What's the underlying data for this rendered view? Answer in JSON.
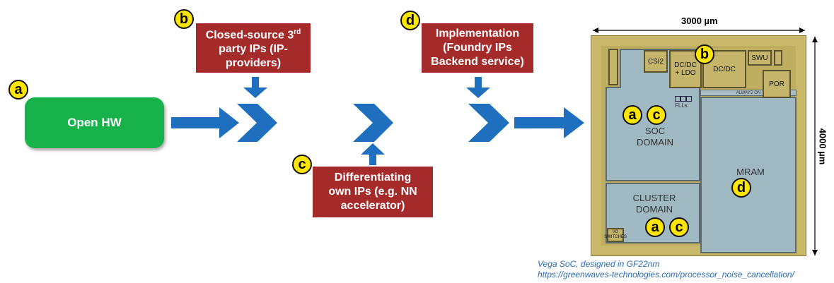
{
  "badges": {
    "a": "a",
    "b": "b",
    "c": "c",
    "d": "d"
  },
  "open_hw": {
    "label": "Open HW"
  },
  "closed_source": {
    "lines": [
      "Closed-source 3rd",
      "party IPs (IP-",
      "providers)"
    ],
    "line1_main": "Closed-source 3",
    "line1_sup": "rd"
  },
  "differentiating": {
    "lines": [
      "Differentiating",
      "own IPs (e.g. NN",
      "accelerator)"
    ]
  },
  "implementation": {
    "lines": [
      "Implementation",
      "(Foundry IPs",
      "Backend service)"
    ]
  },
  "chip": {
    "width_label": "3000 µm",
    "height_label": "4000 µm",
    "blocks": {
      "csi2": "CSI2",
      "dcdc_ldo": "DC/DC\n+ LDO",
      "dcdc": "DC/DC",
      "swu": "SWU",
      "por": "POR",
      "always_on": "ALWAYS ON",
      "flls": "FLLs",
      "soc_domain": "SOC\nDOMAIN",
      "mram": "MRAM",
      "cluster_domain": "CLUSTER\nDOMAIN",
      "io_switches": "I/O\nSWITCHES"
    }
  },
  "caption": {
    "line1": "Vega SoC, designed in GF22nm",
    "line2": "https://greenwaves-technologies.com/processor_noise_cancellation/"
  },
  "colors": {
    "arrow_blue": "#1f6fbf",
    "badge_yellow": "#ffe600",
    "red_box": "#a52a2a",
    "green_box": "#17b34a",
    "caption_blue": "#2b6cb0"
  }
}
